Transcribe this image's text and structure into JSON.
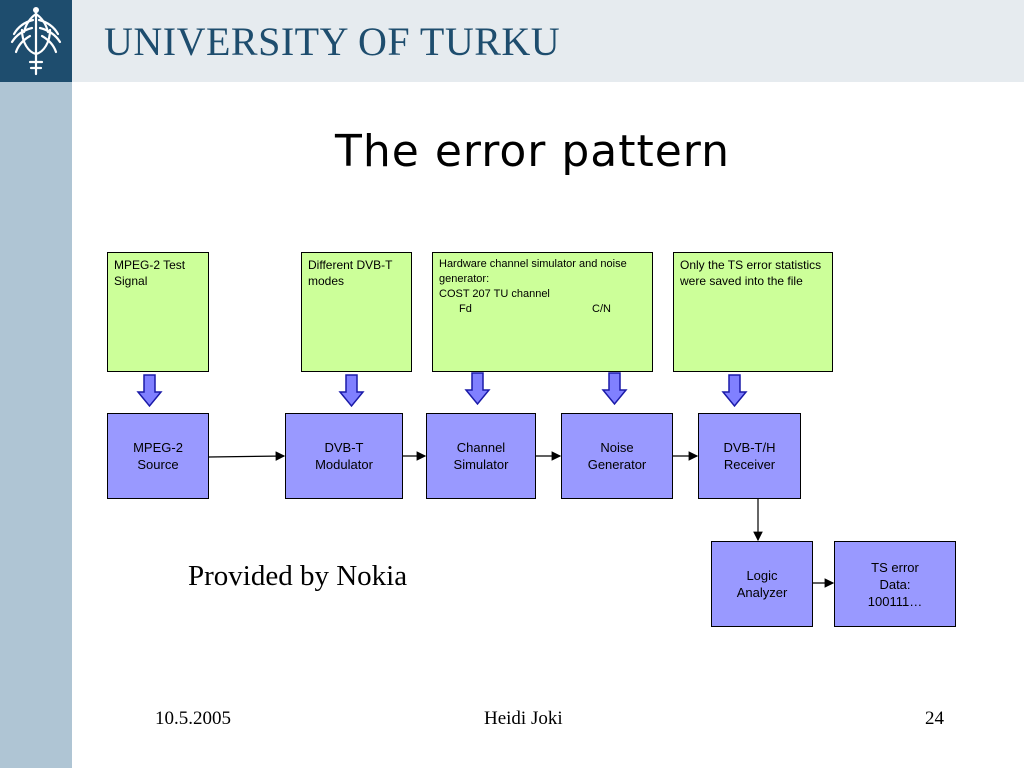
{
  "header": {
    "university_name": "UNIVERSITY OF TURKU",
    "logo_icon": "university-torch-emblem-icon"
  },
  "slide": {
    "title": "The error pattern",
    "provided_by": "Provided by Nokia"
  },
  "notes": {
    "mpeg_test": "MPEG-2 Test Signal",
    "dvb_modes": "Different DVB-T modes",
    "hardware_line1": "Hardware channel simulator and noise generator:",
    "hardware_line2": "COST 207 TU channel",
    "hardware_fd": "Fd",
    "hardware_cn": "C/N",
    "ts_stats": "Only the TS error statistics were saved into the file"
  },
  "blocks": {
    "mpeg_source": "MPEG-2\nSource",
    "dvbt_modulator": "DVB-T\nModulator",
    "channel_simulator": "Channel\nSimulator",
    "noise_generator": "Noise\nGenerator",
    "dvbth_receiver": "DVB-T/H\nReceiver",
    "logic_analyzer": "Logic\nAnalyzer",
    "ts_error_data": "TS error\nData:\n100111…"
  },
  "footer": {
    "date": "10.5.2005",
    "author": "Heidi Joki",
    "page": "24"
  },
  "colors": {
    "note_fill": "#ccff99",
    "block_fill": "#9999ff",
    "down_arrow_fill": "#8080ff",
    "header_band": "#e6ebef",
    "sidebar": "#afc5d4",
    "brand": "#1e4d6e"
  }
}
